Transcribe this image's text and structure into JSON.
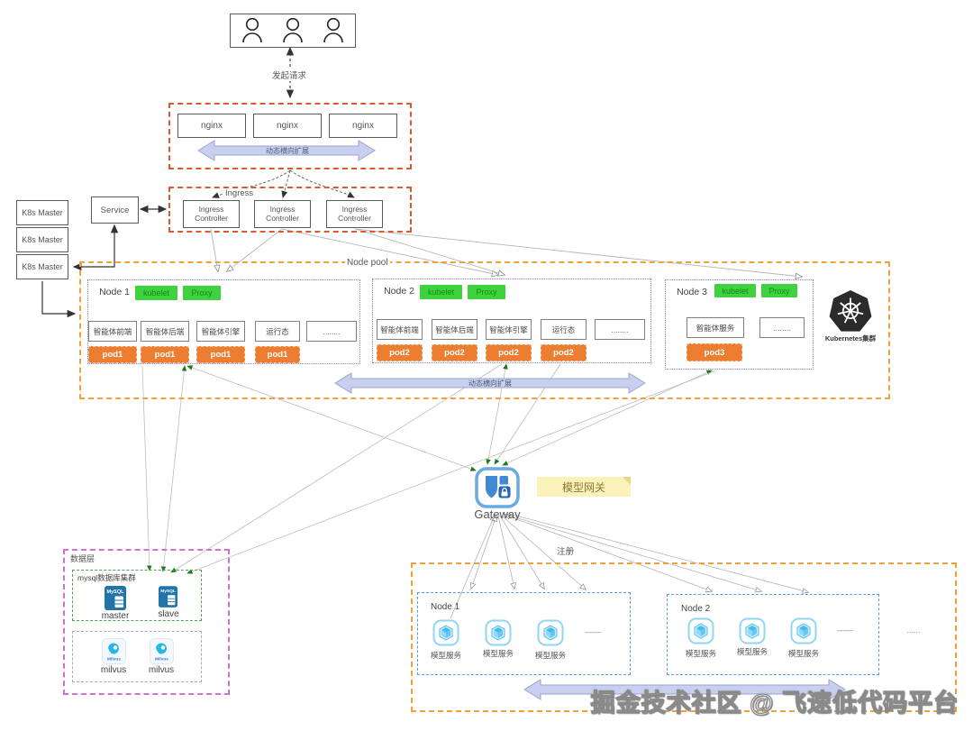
{
  "watermark": "掘金技术社区 @ 飞速低代码平台",
  "labels": {
    "request": "发起请求",
    "scale": "动态横向扩展",
    "node_pool": "Node pool",
    "ingress": "Ingress",
    "register": "注册",
    "data_layer": "数据层",
    "cluster": "Kubernetes集群",
    "gateway": "Gateway",
    "gateway_note": "模型网关",
    "service": "Service"
  },
  "nginx": {
    "items": [
      "nginx",
      "nginx",
      "nginx"
    ]
  },
  "ingress_controllers": [
    "Ingress Controller",
    "Ingress Controller",
    "Ingress Controller"
  ],
  "masters": [
    "K8s Master",
    "K8s Master",
    "K8s Master"
  ],
  "nodes": [
    {
      "name": "Node 1",
      "badges": [
        "kubelet",
        "Proxy"
      ],
      "services": [
        "智能体前端",
        "智能体后端",
        "智能体引擎",
        "运行态",
        "........"
      ],
      "pods": [
        "pod1",
        "pod1",
        "pod1",
        "pod1"
      ]
    },
    {
      "name": "Node 2",
      "badges": [
        "kubelet",
        "Proxy"
      ],
      "services": [
        "智能体前端",
        "智能体后端",
        "智能体引擎",
        "运行态",
        "........"
      ],
      "pods": [
        "pod2",
        "pod2",
        "pod2",
        "pod2"
      ]
    },
    {
      "name": "Node 3",
      "badges": [
        "kubelet",
        "Proxy"
      ],
      "services": [
        "智能体服务",
        "........"
      ],
      "pods": [
        "pod3"
      ]
    }
  ],
  "data_layer": {
    "mysql_title": "mysql数据库集群",
    "mysql_icon_text": "MySQL",
    "mysql_nodes": [
      "master",
      "slave"
    ],
    "milvus_icon_text": "Milvus",
    "milvus_nodes": [
      "milvus",
      "milvus"
    ]
  },
  "registry": {
    "nodes": [
      {
        "name": "Node 1",
        "services": [
          "模型服务",
          "模型服务",
          "模型服务"
        ],
        "more": "——"
      },
      {
        "name": "Node 2",
        "services": [
          "模型服务",
          "模型服务",
          "模型服务"
        ],
        "more": "——"
      }
    ],
    "outer_more": "......"
  },
  "colors": {
    "orange_accent": "#ed7d31",
    "green_badge": "#3fd23f",
    "scale_arrow_fill": "#c9cfee",
    "note_yellow": "#fbf2ba",
    "k8s_blue": "#5b9bd5",
    "pink_dashed": "#d070d0",
    "red_dashed": "#dd5a30",
    "yellow_dashed": "#f0a13e"
  }
}
